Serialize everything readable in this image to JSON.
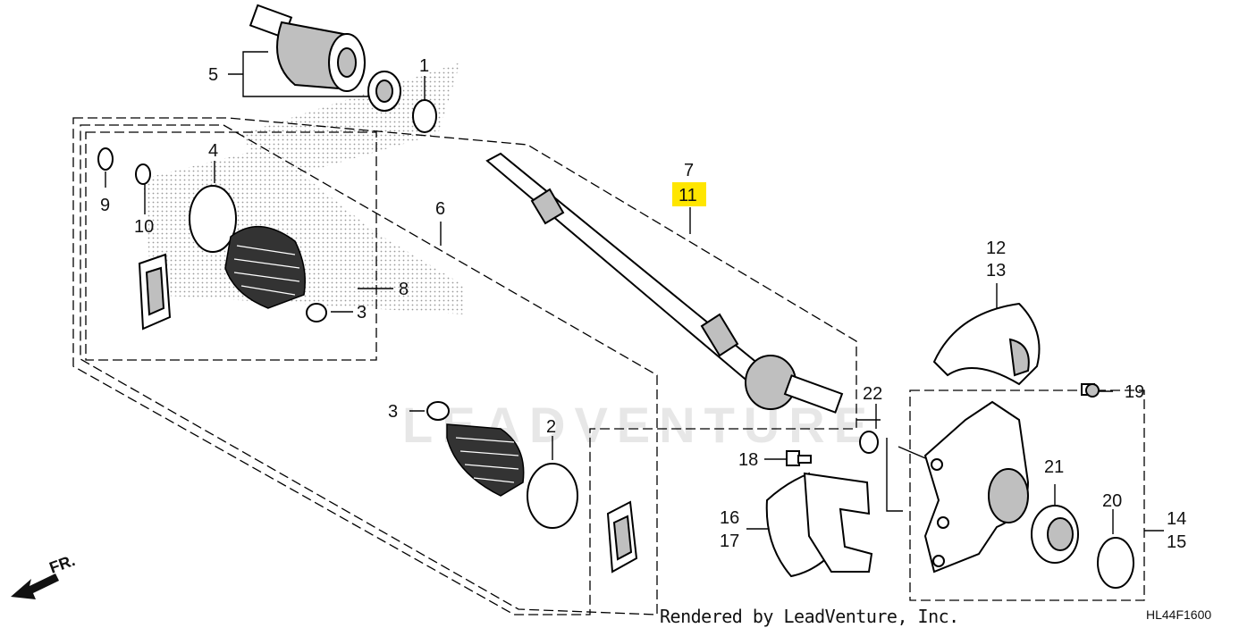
{
  "callouts": {
    "c1": "1",
    "c2": "2",
    "c3a": "3",
    "c3b": "3",
    "c4": "4",
    "c5": "5",
    "c6": "6",
    "c7": "7",
    "c8": "8",
    "c9": "9",
    "c10": "10",
    "c11": "11",
    "c12": "12",
    "c13": "13",
    "c14": "14",
    "c15": "15",
    "c16": "16",
    "c17": "17",
    "c18": "18",
    "c19": "19",
    "c20": "20",
    "c21": "21",
    "c22": "22"
  },
  "highlight_color": "#FFE600",
  "front_label": "FR.",
  "watermark": "LEADVENTURE",
  "footer": {
    "rendered_by": "Rendered by LeadVenture, Inc.",
    "diagram_code": "HL44F1600"
  }
}
